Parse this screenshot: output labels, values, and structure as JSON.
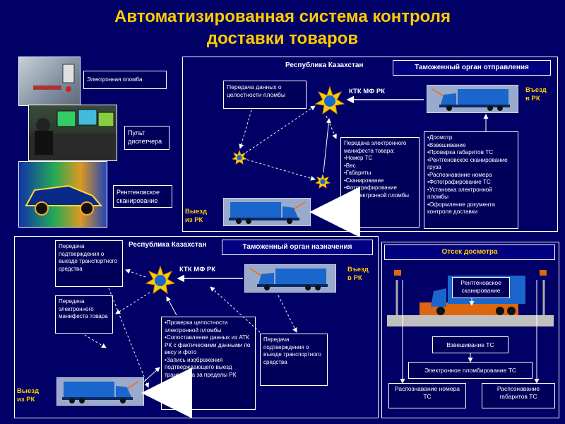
{
  "title": {
    "line1": "Автоматизированная система контроля",
    "line2": "доставки товаров"
  },
  "left": {
    "seal_label": "Электронная пломба",
    "dispatcher_label": "Пульт диспетчера",
    "xray_label": "Рентгеновское сканирование"
  },
  "departure": {
    "country": "Республика Казахстан",
    "header": "Таможенный орган отправления",
    "ktk": "КТК МФ РК",
    "entry": "Въезд в РК",
    "exit": "Выезд из РК",
    "transfer_seal": "Передача данных о целостности пломбы",
    "manifest_title": "Передача электронного манифеста товара:",
    "manifest_items": [
      "•Номер ТС",
      "•Вес",
      "•Габариты",
      "•Сканирование",
      "•Фотографирование",
      "•№ электронной пломбы"
    ],
    "checks": [
      "•Досмотр",
      "•Взвешивание",
      "•Проверка габаритов ТС",
      "•Рентгеновское сканирование груза",
      "•Распознавание номера",
      "•Фотографирование ТС",
      "•Установка электронной пломбы",
      "•Оформление документа контроля доставки"
    ]
  },
  "destination": {
    "country": "Республика Казахстан",
    "header": "Таможенный орган назначения",
    "ktk": "КТК МФ РК",
    "entry": "Въезд в РК",
    "exit": "Выезд из РК",
    "confirm_exit": "Передача подтверждения о выезде транспортного средства",
    "manifest": "Передача электронного манифеста товара",
    "checks": [
      "•Проверка целостности электронной пломбы",
      "•Сопоставление данных из АТК РК с фактическими данными по весу и фото",
      "•Запись изображения подтверждающего выезд транспорта за пределы РК"
    ],
    "confirm_entry": "Передача подтверждения о въезде транспортного средства"
  },
  "inspection": {
    "header": "Отсек досмотра",
    "xray": "Рентгеновское сканирование",
    "weigh": "Взвешивание ТС",
    "seal": "Электронное пломбирование ТС",
    "plate": "Распознавание номера ТС",
    "dims": "Распознавание габаритов ТС"
  },
  "colors": {
    "background": "#000066",
    "title": "#ffcc00",
    "truck": "#1a66cc",
    "star": "#ffcc00",
    "box_border": "#ffffff"
  }
}
